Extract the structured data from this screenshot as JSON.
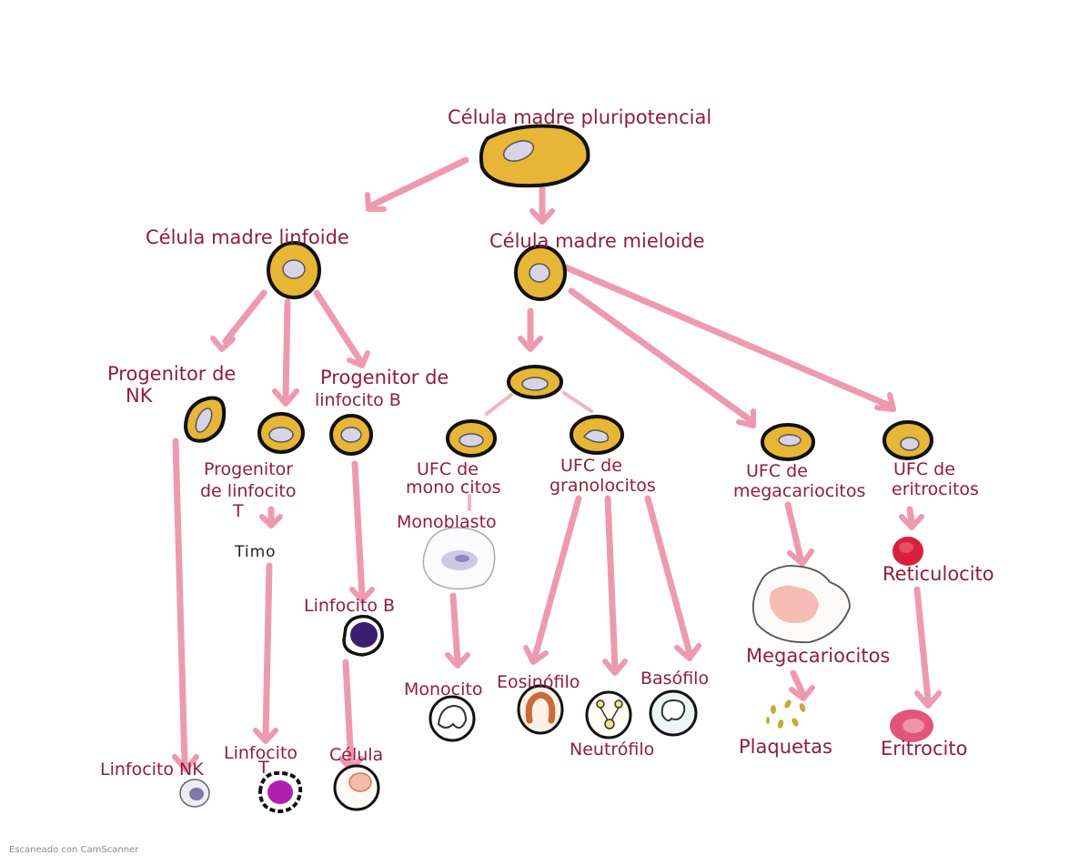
{
  "labels": {
    "pluripotent": "Célula madre pluripotencial",
    "lymphoid": "Célula madre linfoide",
    "myeloid": "Célula madre mieloide",
    "nk_prog_1": "Progenitor de",
    "nk_prog_2": "NK",
    "t_prog_1": "Progenitor",
    "t_prog_2": "de linfocito",
    "t_prog_3": "T",
    "b_prog_1": "Progenitor de",
    "b_prog_2": "linfocito B",
    "timo": "Timo",
    "ufc_mono_1": "UFC de",
    "ufc_mono_2": "mono citos",
    "ufc_gran_1": "UFC de",
    "ufc_gran_2": "granolocitos",
    "ufc_mega_1": "UFC de",
    "ufc_mega_2": "megacariocitos",
    "ufc_eri_1": "UFC de",
    "ufc_eri_2": "eritrocitos",
    "monoblasto": "Monoblasto",
    "linfocito_b": "Linfocito B",
    "monocito": "Monocito",
    "eosinofilo": "Eosinófilo",
    "neutrofilo": "Neutrófilo",
    "basofilo": "Basófilo",
    "megacariocitos": "Megacariocitos",
    "plaquetas": "Plaquetas",
    "reticulocito": "Reticulocito",
    "eritrocito": "Eritrocito",
    "linfocito_nk": "Linfocito NK",
    "linfocito_t_1": "Linfocito",
    "linfocito_t_2": "T",
    "celula": "Célula"
  },
  "footer": "Escaneado con CamScanner",
  "colors": {
    "label": "#8e1f3a",
    "arrow": "#ee9aae",
    "stem_cell": "#e7b637",
    "nucleus": "#d8d3e6"
  }
}
